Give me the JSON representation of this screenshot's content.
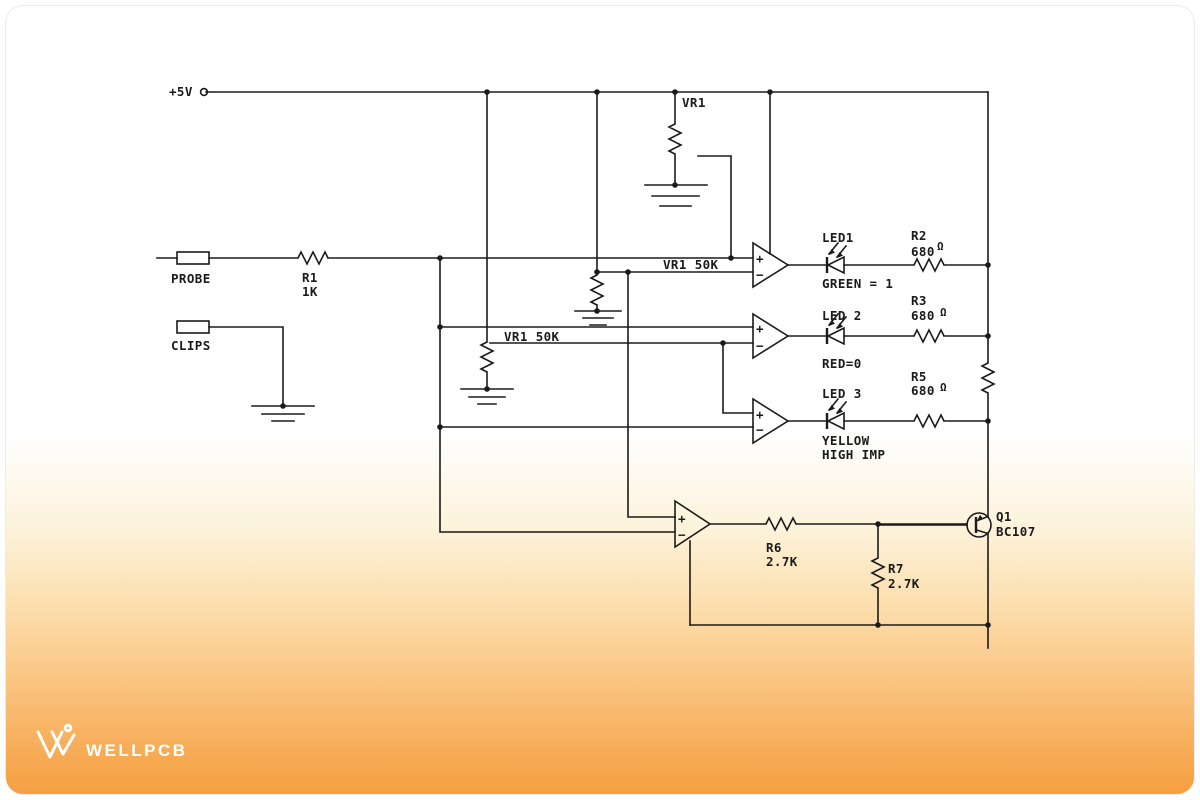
{
  "schematic": {
    "power": {
      "label": "+5V"
    },
    "inputs": {
      "probe": "PROBE",
      "clips": "CLIPS"
    },
    "potentiometer": {
      "label": "VR1",
      "tap1": "VR1 50K",
      "tap2": "VR1 50K"
    },
    "opamp": {
      "plus": "+",
      "minus": "−"
    },
    "resistors": {
      "r1": {
        "name": "R1",
        "value": "1K"
      },
      "r2": {
        "name": "R2",
        "value": "680",
        "unit": "Ω"
      },
      "r3": {
        "name": "R3",
        "value": "680",
        "unit": "Ω"
      },
      "r5": {
        "name": "R5",
        "value": "680",
        "unit": "Ω"
      },
      "r6": {
        "name": "R6",
        "value": "2.7K"
      },
      "r7": {
        "name": "R7",
        "value": "2.7K"
      }
    },
    "leds": {
      "led1": {
        "name": "LED1",
        "state": "GREEN = 1"
      },
      "led2": {
        "name": "LED 2",
        "state": "RED=0"
      },
      "led3": {
        "name": "LED 3",
        "state": "YELLOW",
        "state2": "HIGH IMP"
      }
    },
    "transistor": {
      "name": "Q1",
      "part": "BC107"
    }
  },
  "branding": {
    "logo": "WELLPCB"
  },
  "colors": {
    "line": "#1b1b1b",
    "accent_orange": "#f59f41"
  }
}
